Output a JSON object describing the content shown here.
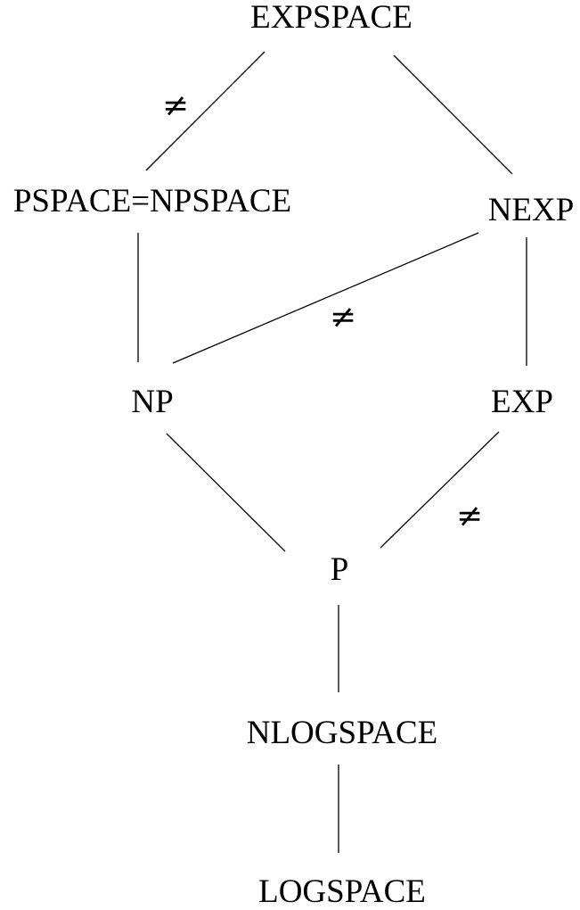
{
  "nodes": {
    "expspace": "EXPSPACE",
    "pspace": "PSPACE=NPSPACE",
    "nexp": "NEXP",
    "np": "NP",
    "exp": "EXP",
    "p": "P",
    "nlogspace": "NLOGSPACE",
    "logspace": "LOGSPACE"
  },
  "edges": [
    {
      "from": "expspace",
      "to": "pspace",
      "label": "≠"
    },
    {
      "from": "expspace",
      "to": "nexp",
      "label": ""
    },
    {
      "from": "pspace",
      "to": "np",
      "label": ""
    },
    {
      "from": "nexp",
      "to": "np",
      "label": "≠"
    },
    {
      "from": "nexp",
      "to": "exp",
      "label": ""
    },
    {
      "from": "np",
      "to": "p",
      "label": ""
    },
    {
      "from": "exp",
      "to": "p",
      "label": "≠"
    },
    {
      "from": "p",
      "to": "nlogspace",
      "label": ""
    },
    {
      "from": "nlogspace",
      "to": "logspace",
      "label": ""
    }
  ]
}
